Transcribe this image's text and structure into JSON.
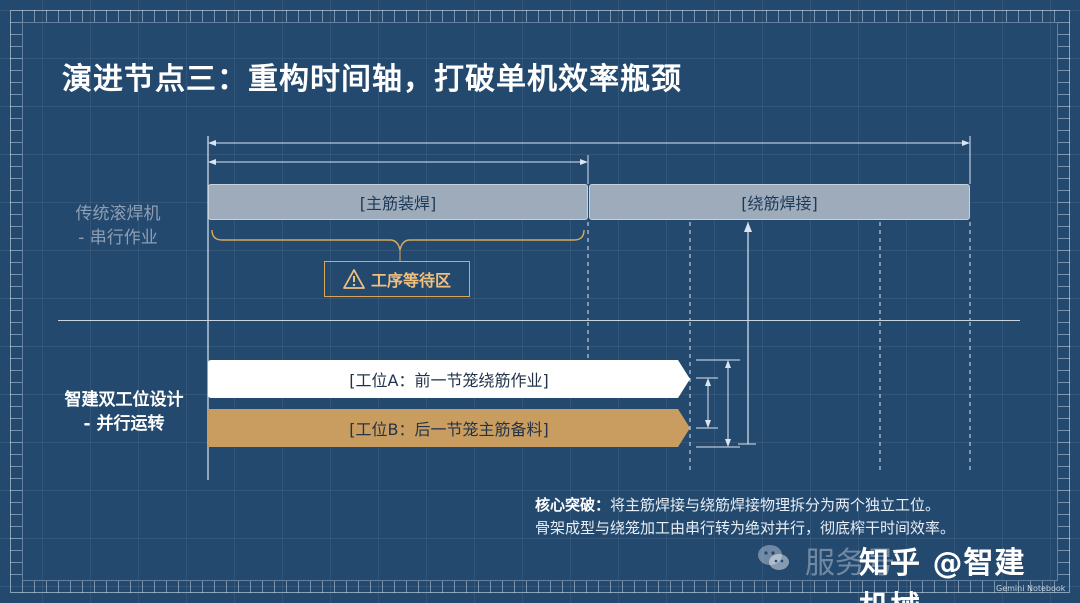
{
  "title": "演进节点三：重构时间轴，打破单机效率瓶颈",
  "traditional": {
    "label_line1": "传统滚焊机",
    "label_line2": "- 串行作业",
    "bar1": "[主筋装焊]",
    "bar2": "[绕筋焊接]",
    "wait_zone": "工序等待区"
  },
  "smart": {
    "label_line1": "智建双工位设计",
    "label_line2": "- 并行运转",
    "station_a": "[工位A：前一节笼绕筋作业]",
    "station_b": "[工位B：后一节笼主筋备料]"
  },
  "note": {
    "heading": "核心突破：",
    "line1": "将主筋焊接与绕筋焊接物理拆分为两个独立工位。",
    "line2": "骨架成型与绕笼加工由串行转为绝对并行，彻底榨干时间效率。"
  },
  "watermark": {
    "prefix_faded": "服务号",
    "text": "知乎 @智建机械",
    "badge": "Gemini Notebook"
  },
  "colors": {
    "background": "#24496f",
    "gray_bar": "#9eabbb",
    "gold": "#c99d5f",
    "warning": "#efc07e"
  }
}
